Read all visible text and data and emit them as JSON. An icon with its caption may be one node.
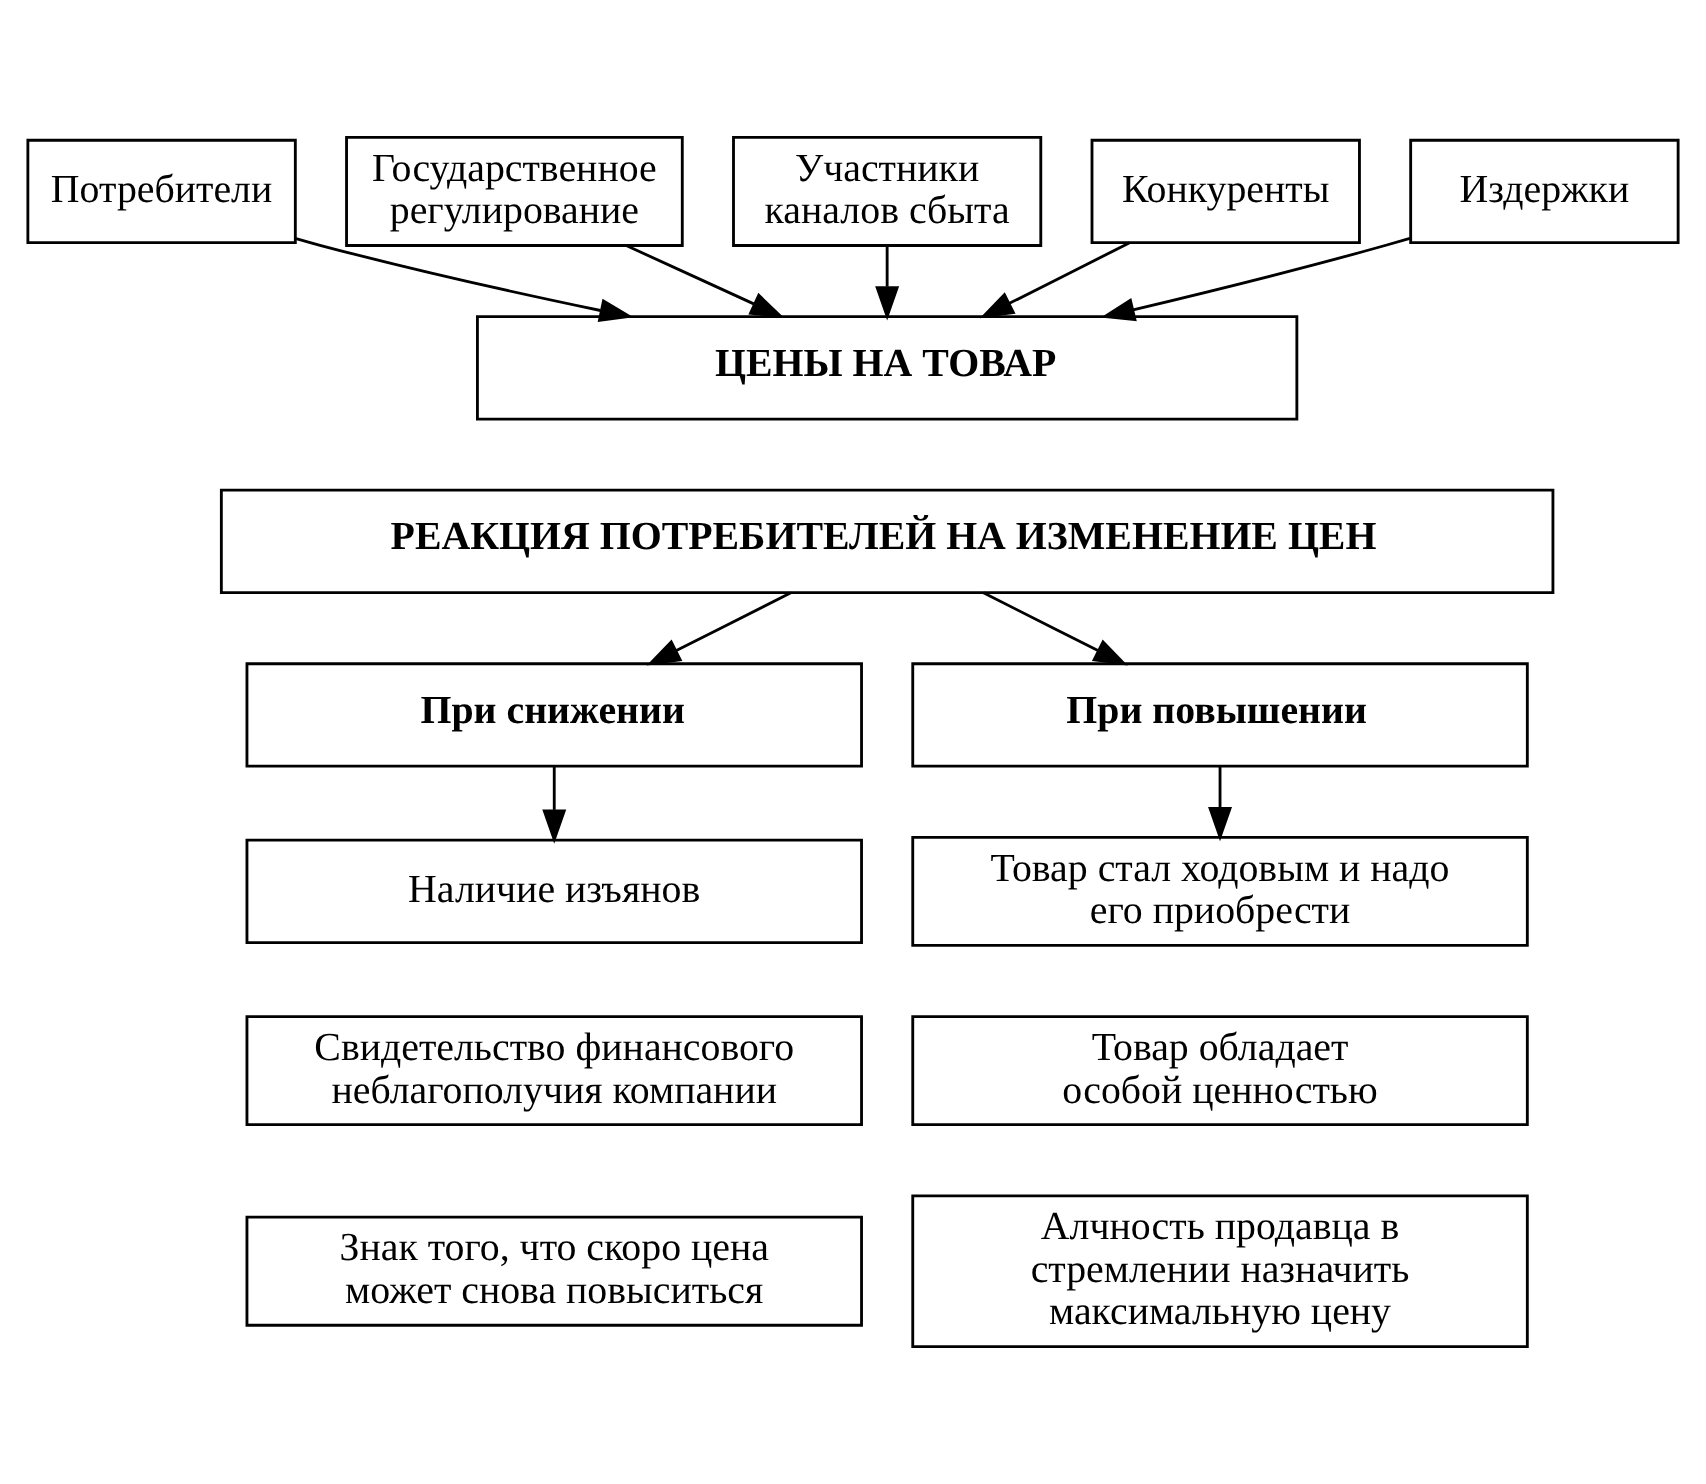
{
  "diagram": {
    "nodes": [
      {
        "text": [
          "Потребители"
        ]
      },
      {
        "text": [
          "Государственное регулирование"
        ]
      },
      {
        "text": [
          "Участники каналов сбыта"
        ]
      },
      {
        "text": [
          "Конкуренты"
        ]
      },
      {
        "text": [
          "Издержки"
        ]
      },
      {
        "text": [
          "ЦЕНЫ НА ТОВАР"
        ]
      },
      {
        "text": [
          "РЕАКЦИЯ ПОТРЕБИТЕЛЕЙ НА ИЗМЕНЕНИЕ ЦЕН"
        ]
      },
      {
        "text": [
          "При снижении"
        ]
      },
      {
        "text": [
          "При повышении"
        ]
      },
      {
        "text": [
          "Наличие изъянов"
        ]
      },
      {
        "text": [
          "Свидетельство финансового неблагополучия компании"
        ]
      },
      {
        "text": [
          "Знак того, что скоро цена может снова повыситься"
        ]
      },
      {
        "text": [
          "Товар стал ходовым и надо его приобрести"
        ]
      },
      {
        "text": [
          "Товар обладает особой ценностью"
        ]
      },
      {
        "text": [
          "Алчность продавца в стремлении назначить максимальную цену"
        ]
      }
    ],
    "edges": [
      {
        "from": 0,
        "to": 5,
        "arrow": "to"
      },
      {
        "from": 1,
        "to": 5,
        "arrow": "to"
      },
      {
        "from": 2,
        "to": 5,
        "arrow": "to"
      },
      {
        "from": 3,
        "to": 5,
        "arrow": "to"
      },
      {
        "from": 4,
        "to": 5,
        "arrow": "to"
      },
      {
        "from": 6,
        "to": 7,
        "arrow": "to"
      },
      {
        "from": 6,
        "to": 8,
        "arrow": "to"
      },
      {
        "from": 7,
        "to": 9,
        "arrow": "to"
      },
      {
        "from": 8,
        "to": 12,
        "arrow": "to"
      }
    ]
  }
}
